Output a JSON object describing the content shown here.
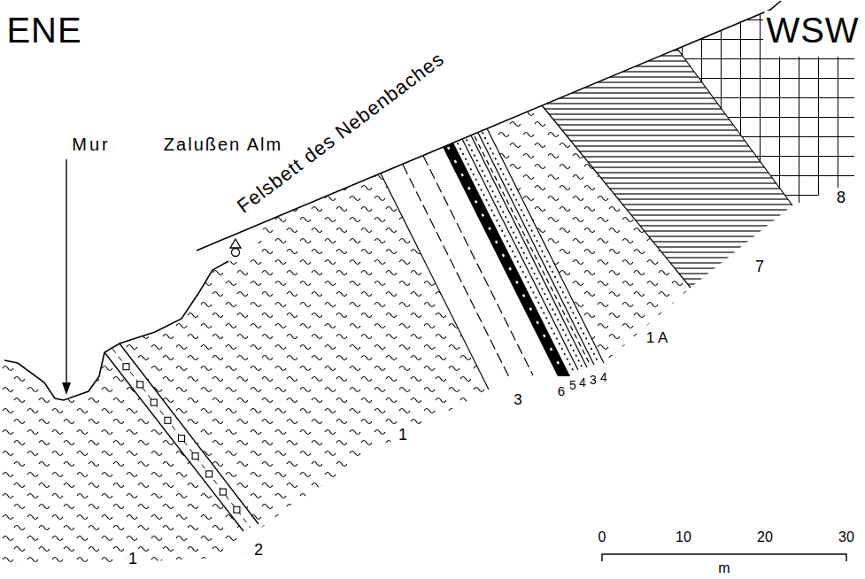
{
  "diagram": {
    "labels": [
      "ENE",
      "WSW",
      "Mur",
      "Zalußen Alm",
      "Felsbett des Nebenbaches",
      "1",
      "2",
      "1",
      "3",
      "6",
      "5",
      "4",
      "3",
      "4",
      "1 A",
      "7",
      "8",
      "0",
      "10",
      "20",
      "30",
      "m"
    ]
  }
}
